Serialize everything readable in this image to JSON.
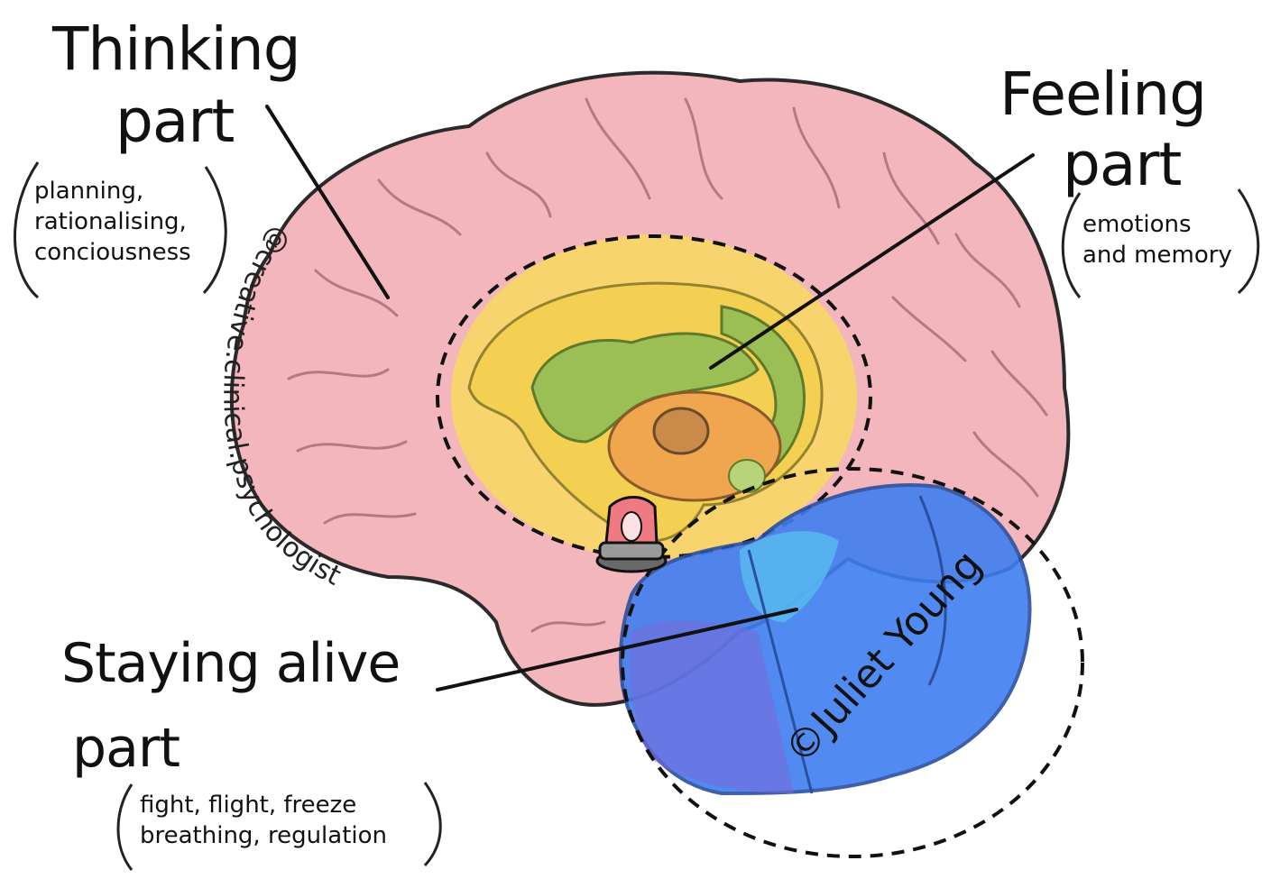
{
  "thinking": {
    "title": "Thinking",
    "title2": "part",
    "desc": "planning,\nrationalising,\nconciousness"
  },
  "feeling": {
    "title": "Feeling",
    "title2": "part",
    "desc": "emotions\nand memory"
  },
  "staying": {
    "title": "Staying alive",
    "title2": "part",
    "desc": "fight, flight, freeze\nbreathing, regulation"
  },
  "watermark": {
    "curved": "@creative.clinical.psychologist",
    "signature": "©Juliet Young"
  },
  "colors": {
    "cortex": "#f4b6bd",
    "cortex_line": "#b47a84",
    "limbic_yellow": "#f8d960",
    "limbic_green": "#9bbf55",
    "limbic_orange": "#f0a64e",
    "brainstem_blue": "#3f7ff0",
    "brainstem_light": "#58b9f0",
    "alarm_red": "#f07a83"
  }
}
